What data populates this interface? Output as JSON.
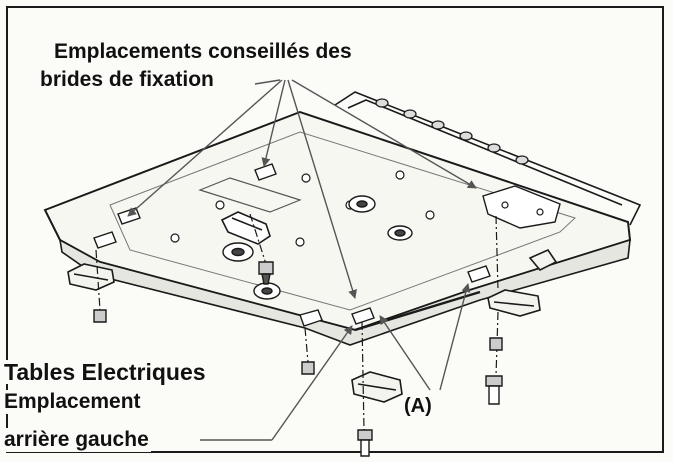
{
  "labels": {
    "top_line1": "Emplacements conseillés des",
    "top_line2": "brides de fixation",
    "bottom_line1": "Tables Electriques",
    "bottom_line2": "Emplacement",
    "bottom_line3": "arrière gauche",
    "ref_a": "(A)"
  },
  "colors": {
    "ink": "#1a1a1a",
    "leader": "#444444",
    "background": "#fbfbf8"
  }
}
